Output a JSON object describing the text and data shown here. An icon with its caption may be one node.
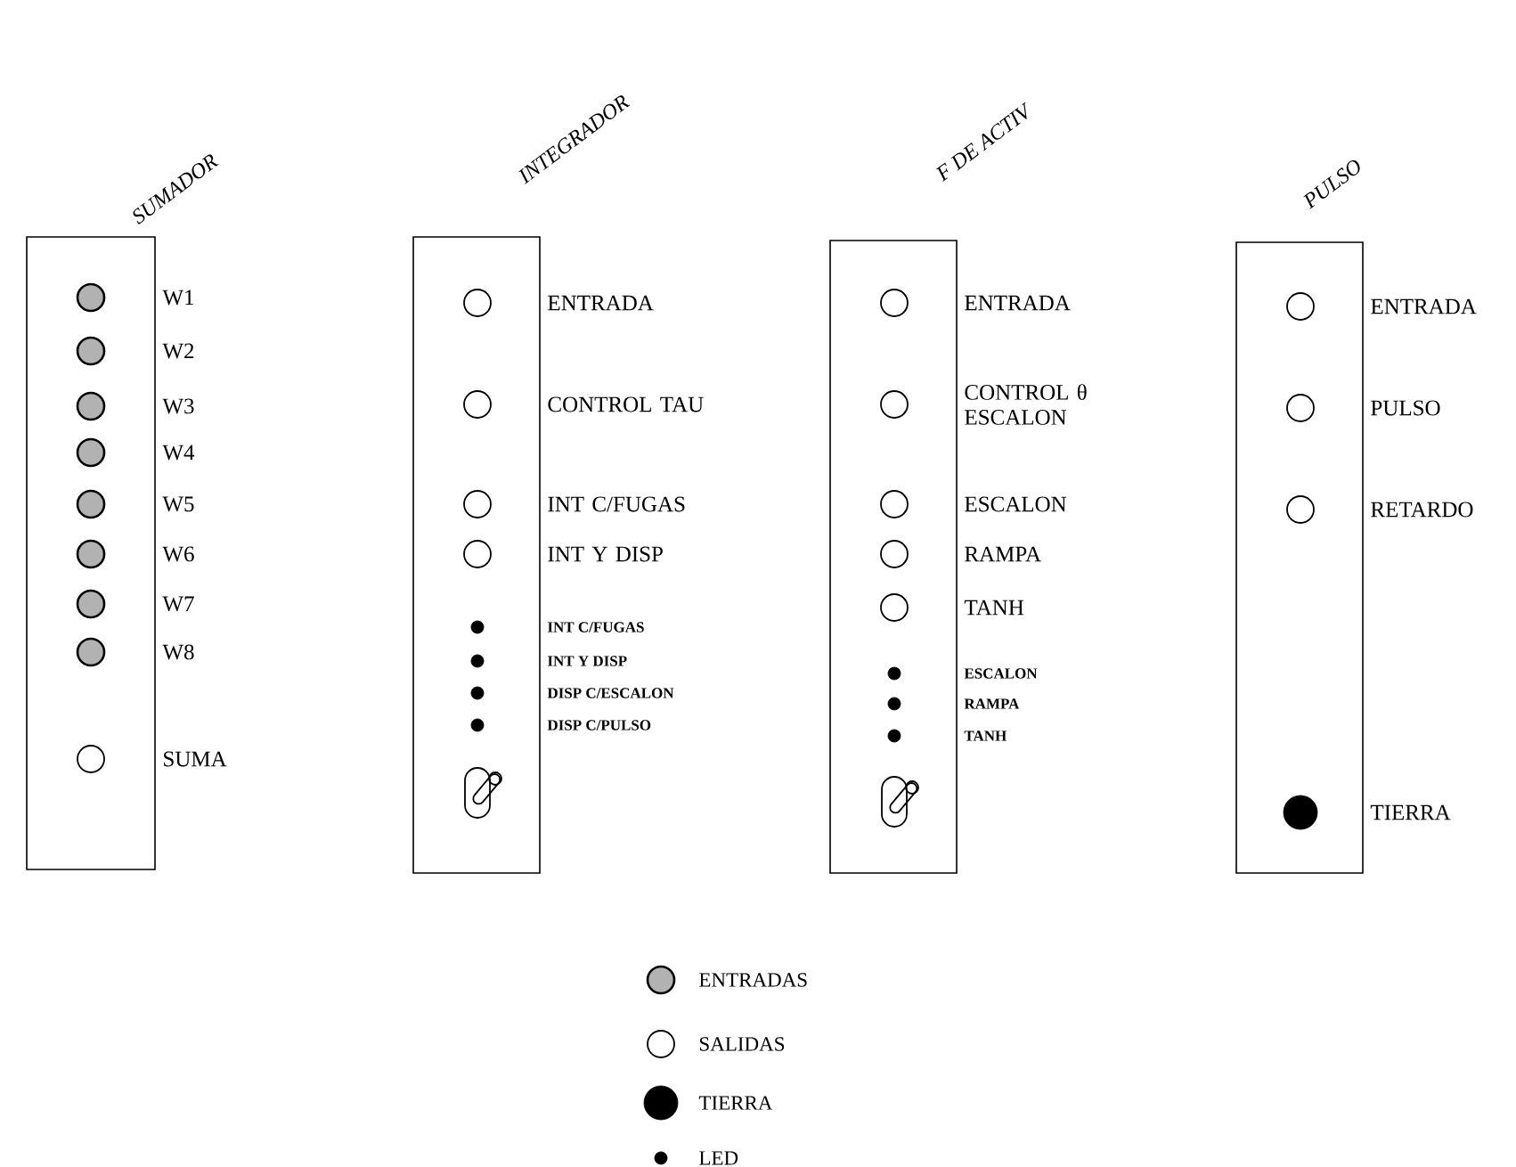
{
  "diagram": {
    "nodes": [
      {
        "text": [
          "SUMADOR"
        ]
      },
      {
        "text": [],
        "shape": "circle",
        "in": 0,
        "beside": [
          "W1"
        ]
      },
      {
        "text": [],
        "shape": "circle",
        "in": 0,
        "beside": [
          "W2"
        ]
      },
      {
        "text": [],
        "shape": "circle",
        "in": 0,
        "beside": [
          "W3"
        ]
      },
      {
        "text": [],
        "shape": "circle",
        "in": 0,
        "beside": [
          "W4"
        ]
      },
      {
        "text": [],
        "shape": "circle",
        "in": 0,
        "beside": [
          "W5"
        ]
      },
      {
        "text": [],
        "shape": "circle",
        "in": 0,
        "beside": [
          "W6"
        ]
      },
      {
        "text": [],
        "shape": "circle",
        "in": 0,
        "beside": [
          "W7"
        ]
      },
      {
        "text": [],
        "shape": "circle",
        "in": 0,
        "beside": [
          "W8"
        ]
      },
      {
        "text": [],
        "shape": "circle",
        "in": 0,
        "beside": [
          "SUMA"
        ]
      },
      {
        "text": [
          "INTEGRADOR"
        ]
      },
      {
        "text": [],
        "shape": "circle",
        "in": 10,
        "beside": [
          "ENTRADA"
        ]
      },
      {
        "text": [],
        "shape": "circle",
        "in": 10,
        "beside": [
          "CONTROL TAU"
        ]
      },
      {
        "text": [],
        "shape": "circle",
        "in": 10,
        "beside": [
          "INT C/FUGAS"
        ]
      },
      {
        "text": [],
        "shape": "circle",
        "in": 10,
        "beside": [
          "INT Y DISP"
        ]
      },
      {
        "text": [],
        "shape": "circle",
        "in": 10
      },
      {
        "text": [],
        "shape": "circle",
        "in": 10
      },
      {
        "text": [],
        "shape": "circle",
        "in": 10
      },
      {
        "text": [],
        "shape": "circle",
        "in": 10
      },
      {
        "text": [],
        "shape": "picture",
        "in": 10
      },
      {
        "text": [
          "F DE ACTIV"
        ]
      },
      {
        "text": [],
        "shape": "circle",
        "in": 20,
        "beside": [
          "ENTRADA"
        ]
      },
      {
        "text": [],
        "shape": "circle",
        "in": 20,
        "beside": [
          "CONTROL θ ESCALON"
        ]
      },
      {
        "text": [],
        "shape": "circle",
        "in": 20,
        "beside": [
          "ESCALON"
        ]
      },
      {
        "text": [],
        "shape": "circle",
        "in": 20,
        "beside": [
          "RAMPA"
        ]
      },
      {
        "text": [],
        "shape": "circle",
        "in": 20,
        "beside": [
          "TANH"
        ]
      },
      {
        "text": [],
        "shape": "circle",
        "in": 20
      },
      {
        "text": [],
        "shape": "circle",
        "in": 20
      },
      {
        "text": [],
        "shape": "circle",
        "in": 20
      },
      {
        "text": [],
        "shape": "picture",
        "in": 20
      },
      {
        "text": [
          "PULSO"
        ]
      },
      {
        "text": [],
        "shape": "circle",
        "in": 30,
        "beside": [
          "ENTRADA"
        ]
      },
      {
        "text": [],
        "shape": "circle",
        "in": 30,
        "beside": [
          "PULSO"
        ]
      },
      {
        "text": [],
        "shape": "circle",
        "in": 30,
        "beside": [
          "RETARDO"
        ]
      },
      {
        "text": [],
        "shape": "circle",
        "in": 30,
        "beside": [
          "TIERRA"
        ]
      }
    ],
    "labels": [
      "INT C/FUGAS",
      "INT Y DISP",
      "DISP C/ESCALON",
      "DISP C/PULSO",
      "ESCALON",
      "RAMPA",
      "TANH"
    ],
    "legend": [
      {
        "text": "ENTRADAS"
      },
      {
        "text": "SALIDAS"
      },
      {
        "text": "TIERRA"
      },
      {
        "text": "LED"
      }
    ]
  }
}
